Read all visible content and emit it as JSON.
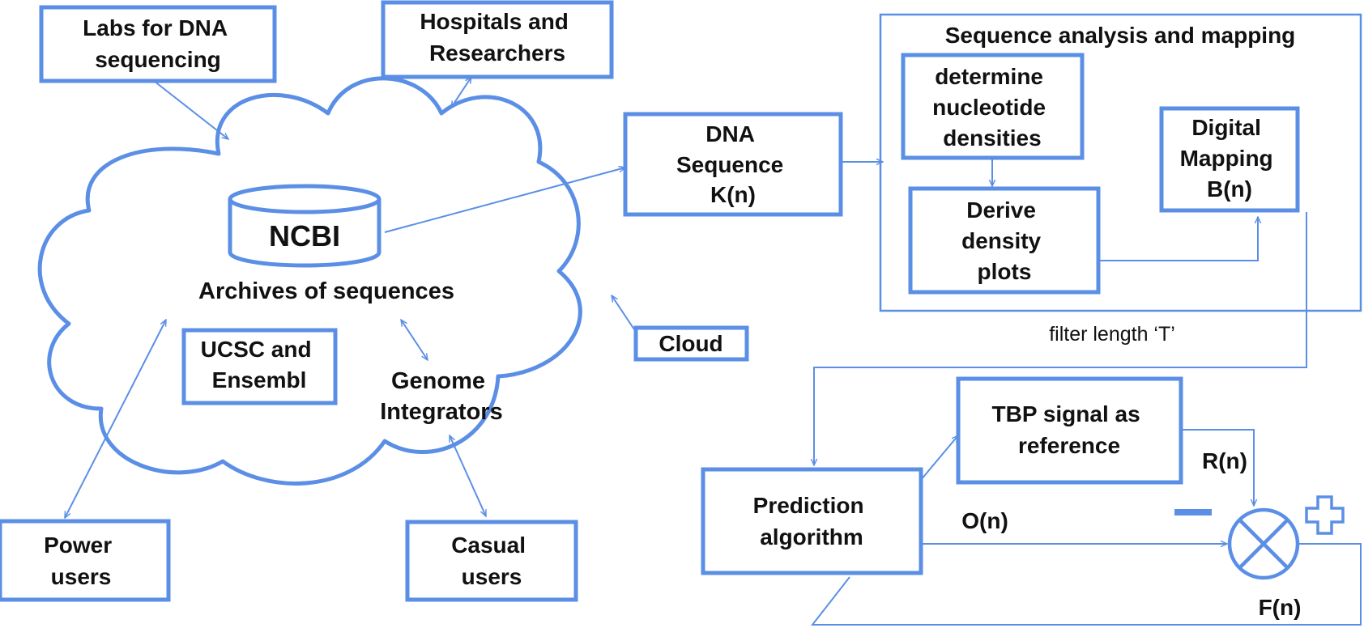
{
  "colors": {
    "line": "#5b8fe6",
    "text": "#111111",
    "background": "#ffffff"
  },
  "boxes": {
    "labs": [
      "Labs for DNA",
      "sequencing"
    ],
    "hospitals": [
      "Hospitals and",
      "Researchers"
    ],
    "dna_sequence": [
      "DNA",
      "Sequence",
      "K(n)"
    ],
    "ucsc": [
      "UCSC and",
      "Ensembl"
    ],
    "cloud": [
      "Cloud"
    ],
    "power_users": [
      "Power",
      "users"
    ],
    "casual_users": [
      "Casual",
      "users"
    ],
    "determine": [
      "determine",
      "nucleotide",
      "densities"
    ],
    "derive": [
      "Derive",
      "density",
      "plots"
    ],
    "digital_mapping": [
      "Digital",
      "Mapping",
      "B(n)"
    ],
    "tbp": [
      "TBP signal as",
      "reference"
    ],
    "prediction": [
      "Prediction",
      "algorithm"
    ]
  },
  "labels": {
    "ncbi": "NCBI",
    "archives": "Archives of sequences",
    "genome_integrators": [
      "Genome",
      "Integrators"
    ],
    "group_title": "Sequence analysis and mapping",
    "filter_length": "filter length ‘T’",
    "r_n": "R(n)",
    "o_n": "O(n)",
    "f_n": "F(n)"
  },
  "icons": [
    "database-cylinder-icon",
    "summing-junction-icon",
    "minus-sign-icon",
    "plus-sign-icon"
  ]
}
